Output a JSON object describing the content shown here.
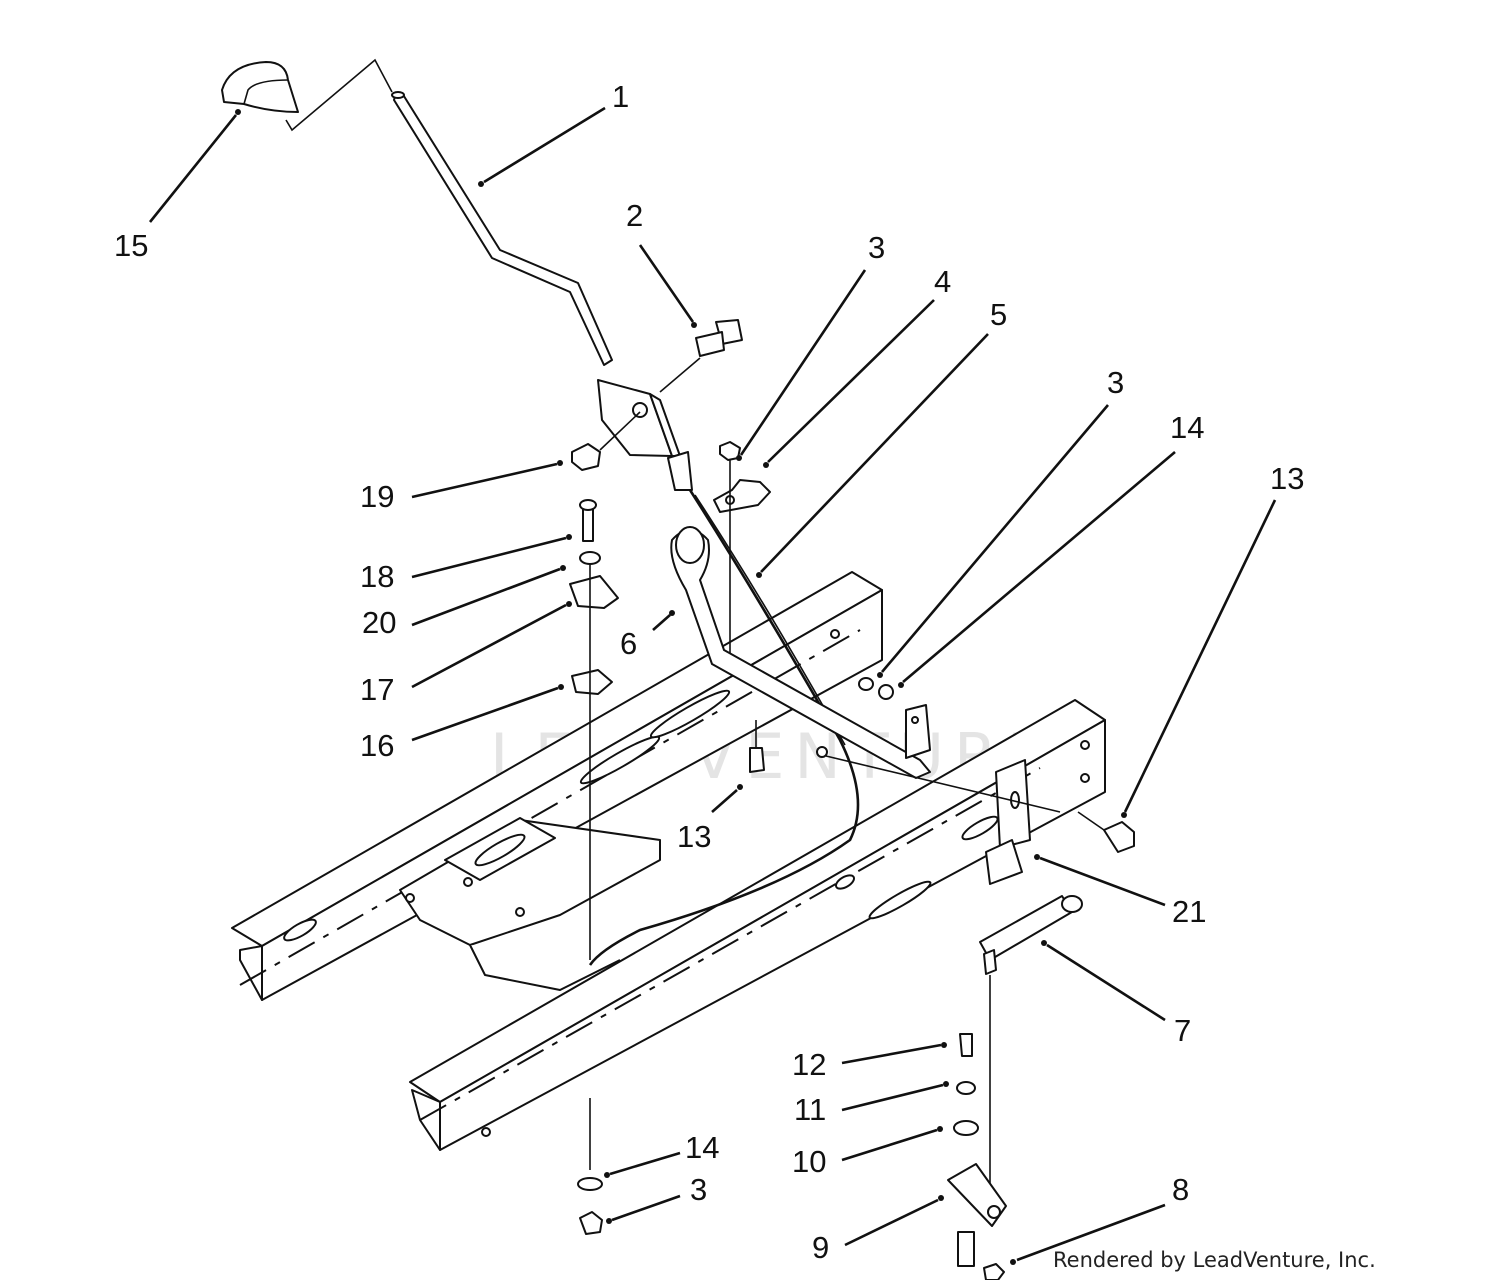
{
  "diagram": {
    "watermark": "LEADVENTURE",
    "credit": "Rendered by LeadVenture, Inc.",
    "callouts": {
      "c1": "1",
      "c2": "2",
      "c3a": "3",
      "c3b": "3",
      "c3c": "3",
      "c4": "4",
      "c5": "5",
      "c6": "6",
      "c7": "7",
      "c8": "8",
      "c9": "9",
      "c10": "10",
      "c11": "11",
      "c12": "12",
      "c13a": "13",
      "c13b": "13",
      "c14a": "14",
      "c14b": "14",
      "c15": "15",
      "c16": "16",
      "c17": "17",
      "c18": "18",
      "c19": "19",
      "c20": "20",
      "c21": "21"
    }
  }
}
